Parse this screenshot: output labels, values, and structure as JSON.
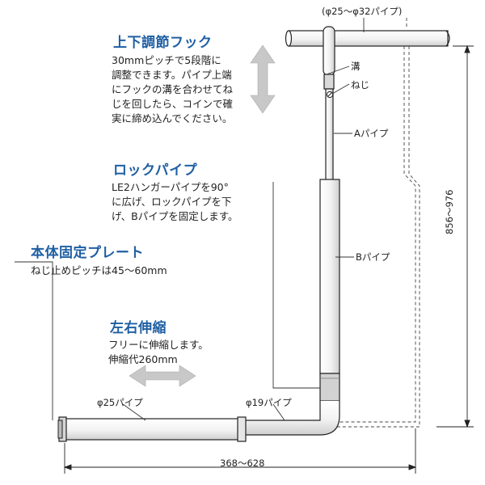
{
  "sections": {
    "height_hook": {
      "title": "上下調節フック",
      "lines": [
        "30mmピッチで5段階に",
        "調整できます。パイプ上端",
        "にフックの溝を合わせてね",
        "じを回したら、コインで確",
        "実に締め込んでください。"
      ]
    },
    "lock_pipe": {
      "title": "ロックパイプ",
      "lines": [
        "LE2ハンガーパイプを90°",
        "に広げ、ロックパイプを下",
        "げ、Bパイプを固定します。"
      ]
    },
    "plate": {
      "title": "本体固定プレート",
      "lines": [
        "ねじ止めピッチは45～60mm"
      ]
    },
    "lateral": {
      "title": "左右伸縮",
      "lines": [
        "フリーに伸縮します。",
        "伸縮代260mm"
      ]
    }
  },
  "labels": {
    "top_pipe": "(φ25～φ32パイプ)",
    "groove": "溝",
    "screw": "ねじ",
    "a_pipe": "Aパイプ",
    "b_pipe": "Bパイプ",
    "pipe25": "φ25パイプ",
    "pipe19": "φ19パイプ"
  },
  "dimensions": {
    "height": "856～976",
    "width": "368～628"
  },
  "colors": {
    "heading": "#1f5fa3",
    "arrow": "#c8c8c8",
    "line": "#222222"
  }
}
